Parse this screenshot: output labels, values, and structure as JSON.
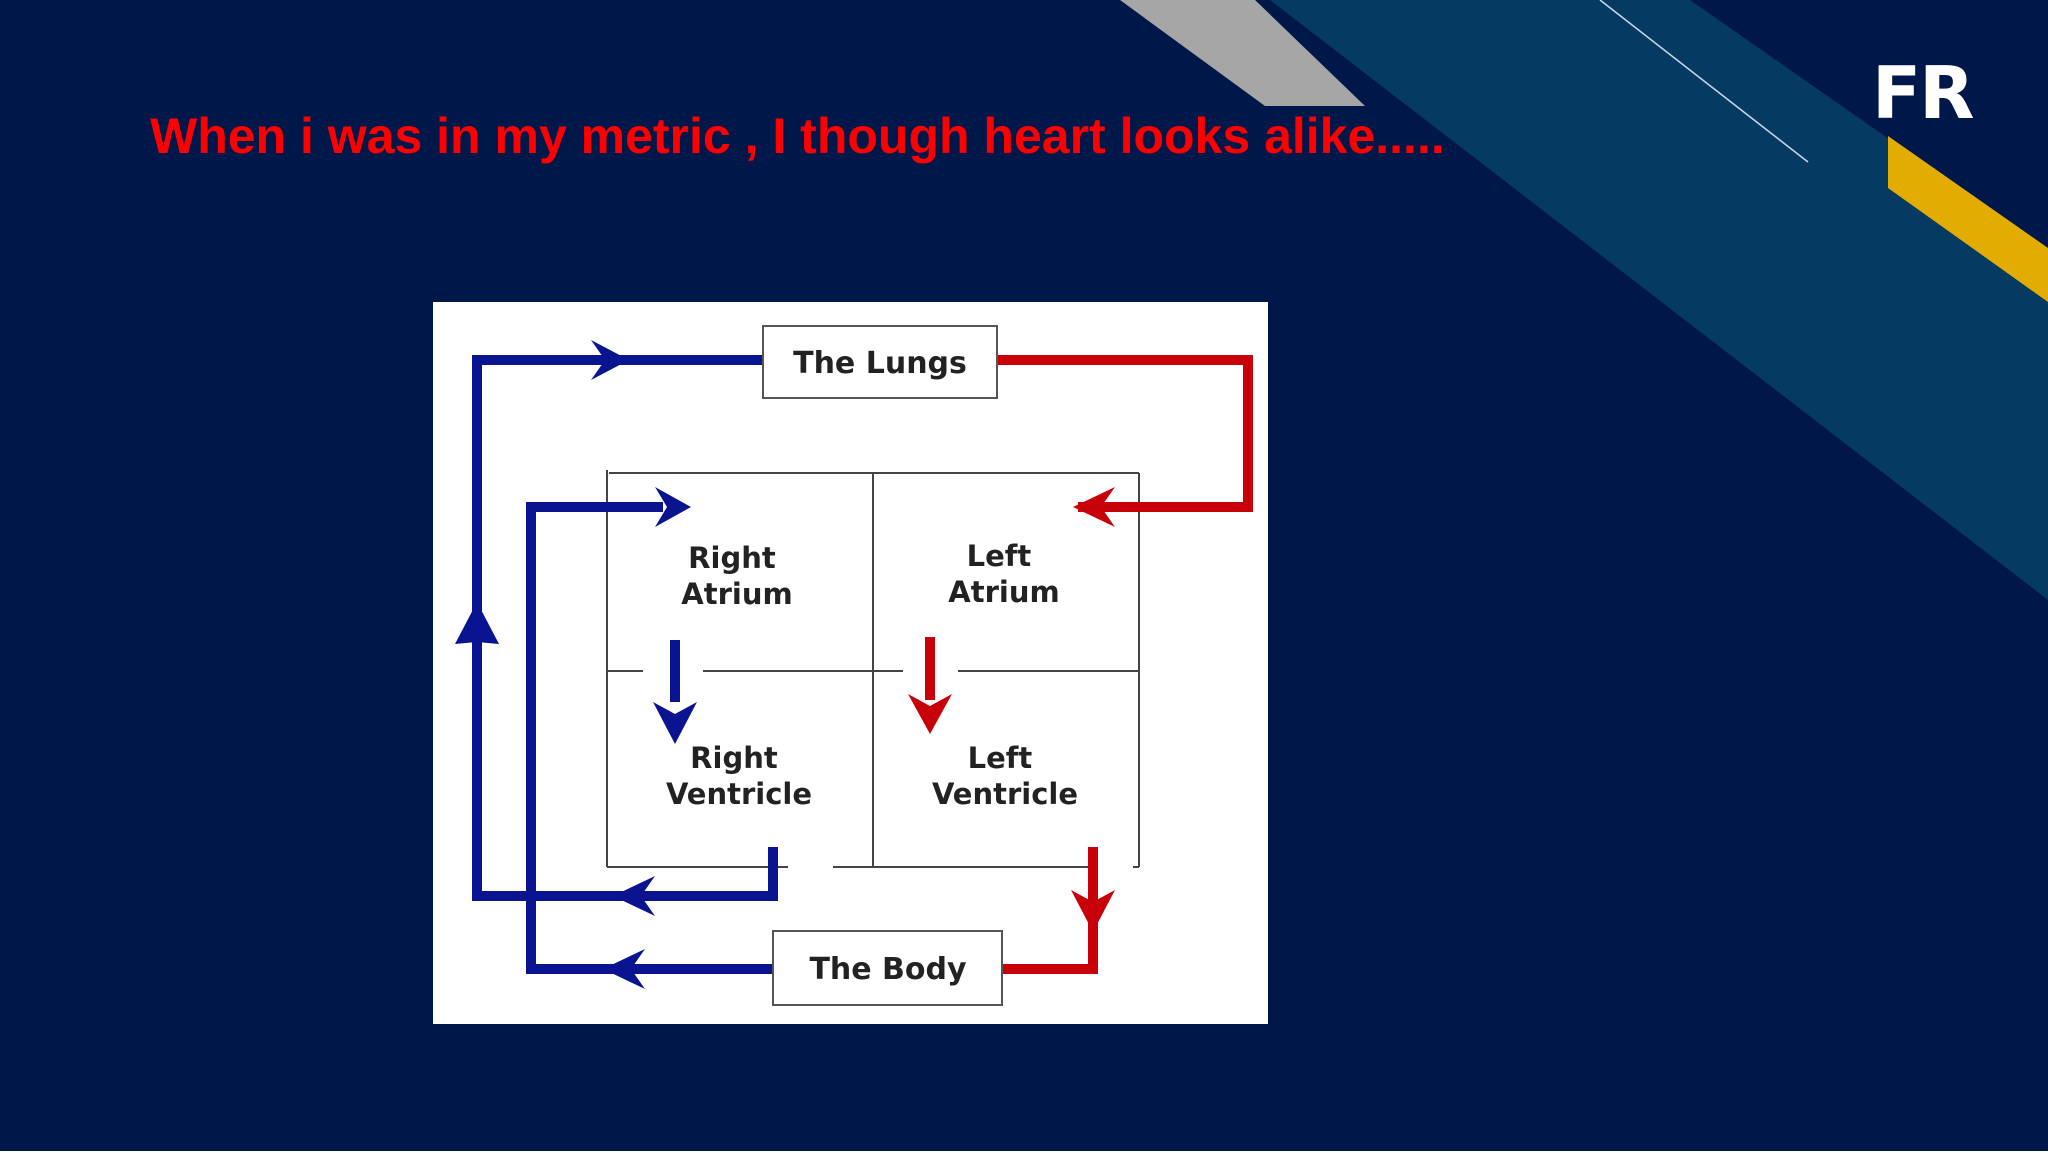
{
  "slide": {
    "title": "When i was in my metric , I though heart looks alike.....",
    "logo_text": "FR"
  },
  "diagram": {
    "nodes": {
      "lungs": "The Lungs",
      "body": "The Body",
      "right_atrium": [
        "Right",
        "Atrium"
      ],
      "left_atrium": [
        "Left",
        "Atrium"
      ],
      "right_ventricle": [
        "Right",
        "Ventricle"
      ],
      "left_ventricle": [
        "Left",
        "Ventricle"
      ]
    }
  },
  "colors": {
    "background": "#00174a",
    "title": "#ff0000",
    "deoxygenated_blood": "#0a1490",
    "oxygenated_blood": "#c8000a",
    "accent_gold": "#e2ad00",
    "accent_teal": "#053a62",
    "accent_gray": "#a6a6a6"
  }
}
